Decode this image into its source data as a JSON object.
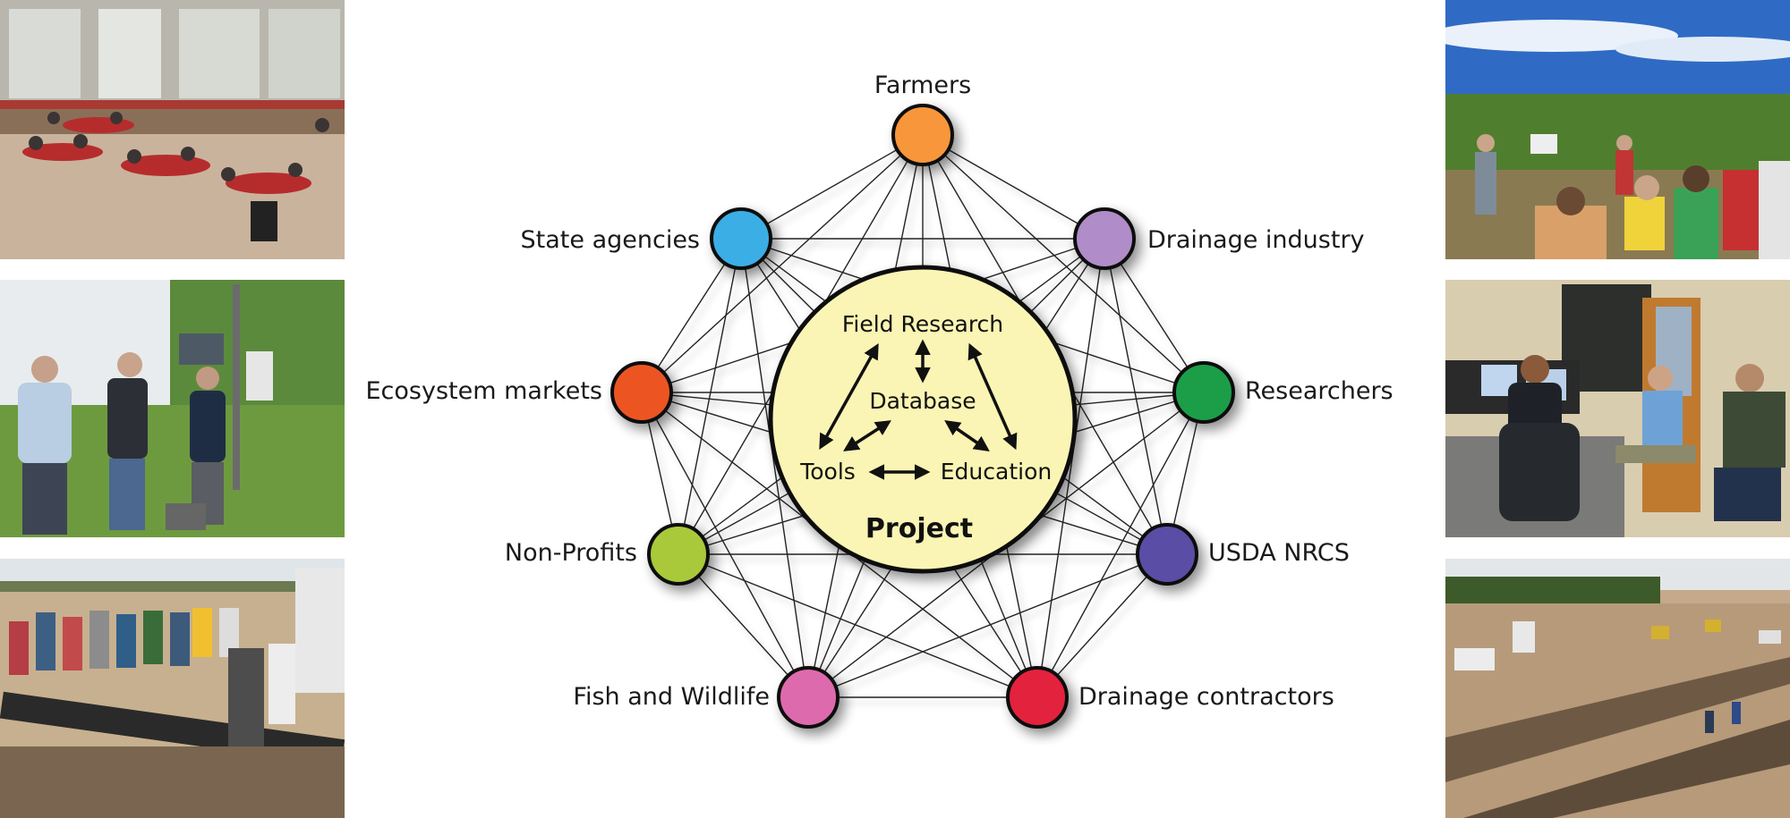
{
  "center": {
    "title": "Project",
    "components": [
      "Field Research",
      "Database",
      "Tools",
      "Education"
    ]
  },
  "stakeholders": [
    {
      "label": "Farmers",
      "color": "#F7963A"
    },
    {
      "label": "Drainage industry",
      "color": "#B08CC8"
    },
    {
      "label": "Researchers",
      "color": "#1E9E48"
    },
    {
      "label": "USDA NRCS",
      "color": "#5A4EA6"
    },
    {
      "label": "Drainage contractors",
      "color": "#E3213D"
    },
    {
      "label": "Fish and Wildlife",
      "color": "#DE6BAE"
    },
    {
      "label": "Non-Profits",
      "color": "#A9C93A"
    },
    {
      "label": "Ecosystem markets",
      "color": "#EC5523"
    },
    {
      "label": "State agencies",
      "color": "#3AAEE6"
    }
  ],
  "colors": {
    "center_fill": "#FAF5B4"
  },
  "photos": {
    "left_top": "meeting-hall-photo",
    "left_middle": "field-monitoring-photo",
    "left_bottom": "field-day-photo",
    "right_top": "cornfield-tour-photo",
    "right_middle": "office-meeting-photo",
    "right_bottom": "drainage-installation-photo"
  }
}
